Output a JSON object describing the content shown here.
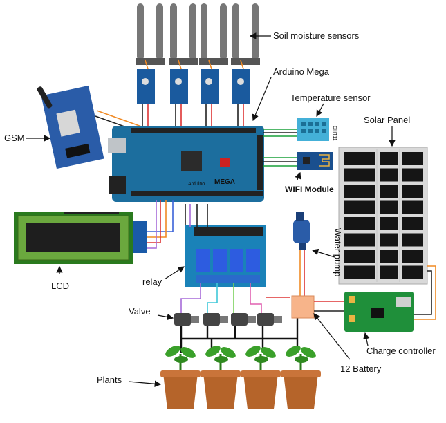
{
  "labels": {
    "soil_sensors": "Soil moisture sensors",
    "arduino": "Arduino Mega",
    "temperature": "Temperature sensor",
    "solar": "Solar Panel",
    "gsm": "GSM",
    "wifi": "WIFI Module",
    "water_pump": "Water pump",
    "lcd": "LCD",
    "relay": "relay",
    "valve": "Valve",
    "charge_controller": "Charge controller",
    "battery": "12 Battery",
    "plants": "Plants"
  },
  "board": {
    "brand": "MEGA",
    "sub": "Arduino",
    "dht_tag": "DHT11"
  },
  "colors": {
    "arduino_blue": "#1c6e9e",
    "relay_blue": "#1a82b8",
    "pcb_green": "#1f8f3a",
    "lcd_green": "#4a8a2a",
    "pot_brown": "#b5642a",
    "leaf_green": "#3aa02a",
    "battery_peach": "#f7b48a"
  }
}
